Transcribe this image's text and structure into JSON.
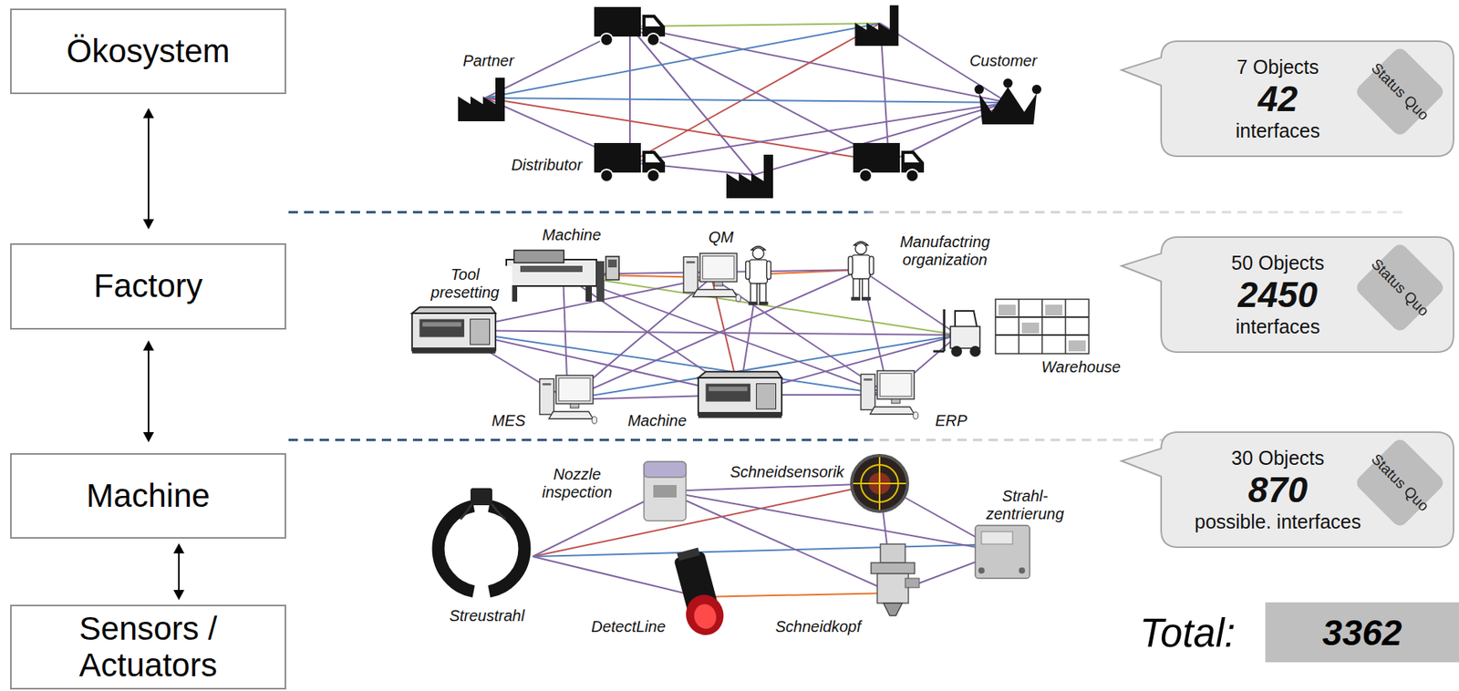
{
  "diagram": {
    "nodes": [
      {
        "text": [
          "Ökosystem"
        ]
      },
      {
        "text": [
          "7 Objects",
          "42",
          "interfaces"
        ]
      },
      {
        "text": [
          "Status Quo"
        ],
        "in": 1
      },
      {
        "text": [
          "Factory"
        ]
      },
      {
        "text": [
          "50 Objects",
          "2450",
          "interfaces"
        ]
      },
      {
        "text": [
          "Status Quo"
        ],
        "in": 4
      },
      {
        "text": [
          "Machine"
        ]
      },
      {
        "text": [
          "30 Objects",
          "870",
          "possible. interfaces"
        ]
      },
      {
        "text": [
          "Status Quo"
        ],
        "in": 7
      },
      {
        "text": [
          "Sensors / Actuators"
        ]
      },
      {
        "text": [
          "3362"
        ]
      }
    ],
    "edges": [
      {
        "from": 0,
        "to": 3,
        "arrow": "both"
      },
      {
        "from": 3,
        "to": 6,
        "arrow": "both"
      },
      {
        "from": 6,
        "to": 9,
        "arrow": "both"
      }
    ],
    "labels": [
      "Partner",
      "Customer",
      "Distributor",
      "Machine",
      "QM",
      "Manufactring organization",
      "Tool presetting",
      "Warehouse",
      "MES",
      "Machine",
      "ERP",
      "Nozzle inspection",
      "Schneidsensorik",
      "Strahl- zentrierung",
      "Streustrahl",
      "DetectLine",
      "Schneidkopf",
      "Total:"
    ]
  }
}
